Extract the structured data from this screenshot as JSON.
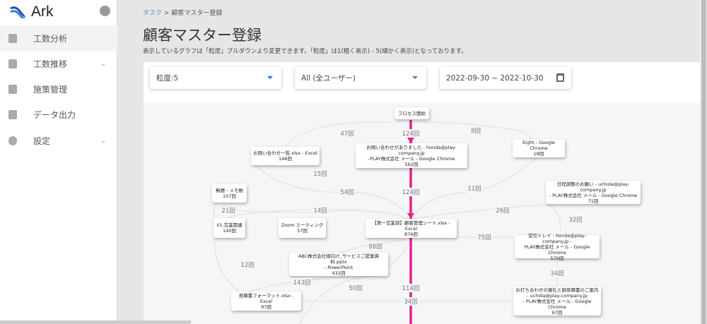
{
  "app": {
    "name": "Ark",
    "logo_icon": "wave-logo-icon",
    "user_icon": "account-circle-icon"
  },
  "sidebar": {
    "items": [
      {
        "label": "工数分析",
        "icon": "clipboard-icon",
        "active": true
      },
      {
        "label": "工数推移",
        "icon": "list-icon",
        "expandable": true
      },
      {
        "label": "施策管理",
        "icon": "scale-icon"
      },
      {
        "label": "データ出力",
        "icon": "file-icon"
      },
      {
        "label": "設定",
        "icon": "gear-icon",
        "expandable": true
      }
    ]
  },
  "breadcrumb": {
    "parent": "タスク",
    "separator": ">",
    "current": "顧客マスター登録"
  },
  "page": {
    "title": "顧客マスター登録",
    "description": "表示しているグラフは「粒度」プルダウンより変更できます。「粒度」は1(粗く表示) - 5(細かく表示)となっております。"
  },
  "filters": {
    "granularity": "粒度:5",
    "user": "All (全ユーザー)",
    "date_range": "2022-09-30 ~ 2022-10-30",
    "accent": "#1976d2"
  },
  "graph": {
    "highlight_color": "#e91e8c",
    "nodes": [
      {
        "id": "start",
        "lines": [
          "プロセス開始"
        ]
      },
      {
        "id": "inq_list",
        "lines": [
          "お問い合わせ一覧.xlsx - Excel",
          "148回"
        ]
      },
      {
        "id": "inq_mail",
        "lines": [
          "お問い合わせがありました - honda@play-company.jp",
          "-PLAY株式会社 メール - Google Chrome",
          "562回"
        ]
      },
      {
        "id": "eight",
        "lines": [
          "Eight - Google Chrome",
          "18回"
        ]
      },
      {
        "id": "memo",
        "lines": [
          "無題 - メモ帳",
          "157回"
        ]
      },
      {
        "id": "schedule",
        "lines": [
          "日程調整のお願い - uchida@play-company.jp",
          "- PLAY株式会社 メール - Google Chrome",
          "71回"
        ]
      },
      {
        "id": "sales",
        "lines": [
          "01.営業関連",
          "140回"
        ]
      },
      {
        "id": "zoom",
        "lines": [
          "Zoom ミーティング",
          "57回"
        ]
      },
      {
        "id": "crm",
        "lines": [
          "【第一営業部】顧客管理シート.xlsx - Excel",
          "876回"
        ]
      },
      {
        "id": "inbox",
        "lines": [
          "受信トレイ - honda@play-company.jp -",
          "PLAY株式会社 メール - Google Chrome",
          "570回"
        ]
      },
      {
        "id": "abc",
        "lines": [
          "ABC株式会社様向け_サービスご提案資料.pptx",
          "- PowerPoint",
          "432回"
        ]
      },
      {
        "id": "quote",
        "lines": [
          "見積書フォーマット.xlsx - Excel",
          "97回"
        ]
      },
      {
        "id": "thanks",
        "lines": [
          "お打ち合わせの御礼と御見積書のご案内",
          "- uchida@play-company.jp",
          "- PLAY株式会社 メール - Google Chrome",
          "97回"
        ]
      }
    ],
    "edge_labels": [
      "47回",
      "124回",
      "8回",
      "15回",
      "54回",
      "124回",
      "11回",
      "21回",
      "14回",
      "26回",
      "32回",
      "75回",
      "88回",
      "12回",
      "34回",
      "143回",
      "50回",
      "114回",
      "34回"
    ]
  }
}
